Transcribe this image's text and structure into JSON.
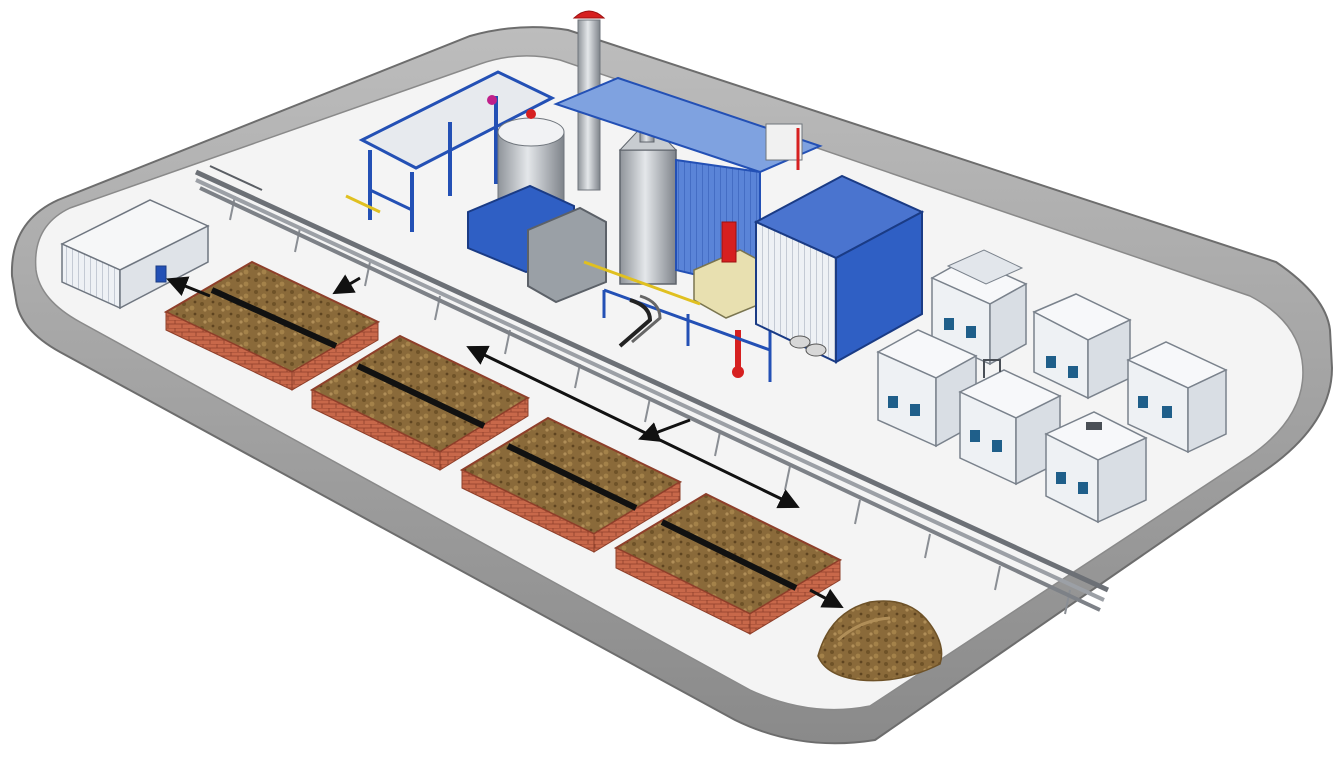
{
  "diagram": {
    "kind": "isometric-facility-layout",
    "labels": [],
    "colors": {
      "background": "#ffffff",
      "wall": "#9a9a9a",
      "wall_top": "#d2d2d2",
      "floor": "#f3f3f3",
      "brick": "#c8684a",
      "brick_dark": "#9c4630",
      "soil": "#8a6a3a",
      "steel": "#b5b8bc",
      "blue_frame": "#2350b5",
      "blue_panel": "#3a66c8",
      "red_accent": "#d62020",
      "cream_machine": "#e8e0b0",
      "white_unit": "#f2f4f6",
      "pipe": "#8c9096",
      "arrow": "#111111"
    }
  },
  "objects": {
    "perimeter_wall": {
      "present": true
    },
    "pipe_rack": {
      "present": true
    },
    "windrow_beds": {
      "count": 4,
      "has_center_strip": true
    },
    "soil_pile": {
      "present": true
    },
    "small_shed": {
      "present": true
    },
    "processing_plant": {
      "chimneys": 2,
      "silos": 2,
      "conveyor": true
    },
    "blue_warehouse": {
      "present": true
    },
    "container_units": {
      "count": 7
    },
    "flow_arrows": [
      {
        "id": "shed-arrow",
        "direction": "toward-shed"
      },
      {
        "id": "bed1-arrow",
        "direction": "toward-bed"
      },
      {
        "id": "bed-to-bed-arrow",
        "direction": "bidirectional"
      },
      {
        "id": "bed3-arrow",
        "direction": "toward-bed"
      },
      {
        "id": "pile-arrow",
        "direction": "toward-pile"
      }
    ]
  }
}
